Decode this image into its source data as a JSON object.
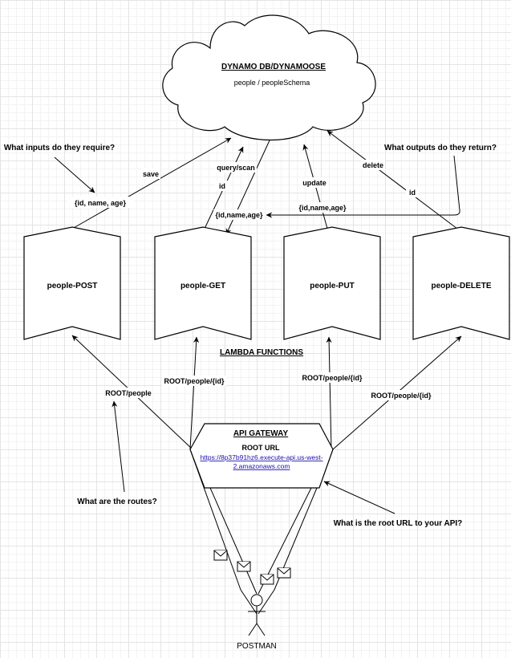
{
  "database": {
    "title": "DYNAMO DB/DYNAMOOSE",
    "subtitle": "people / peopleSchema"
  },
  "lambdas": {
    "section_label": "LAMBDA FUNCTIONS",
    "post": "people-POST",
    "get": "people-GET",
    "put": "people-PUT",
    "delete": "people-DELETE"
  },
  "db_edges": {
    "save": "save",
    "query_scan": "query/scan",
    "id_get": "id",
    "update": "update",
    "delete": "delete",
    "id_delete": "id"
  },
  "payloads": {
    "post": "{id, name, age}",
    "get": "{id,name,age}",
    "put": "{id,name,age}"
  },
  "routes": {
    "post": "ROOT/people",
    "get": "ROOT/people/{id}",
    "put": "ROOT/people/{id}",
    "delete": "ROOT/people/{id}"
  },
  "api_gateway": {
    "title": "API GATEWAY",
    "root_label": "ROOT URL",
    "url_line1": "https://8p37b91hz6.execute-api.us-west-",
    "url_line2": "2.amazonaws.com"
  },
  "questions": {
    "inputs": "What inputs do they require?",
    "outputs": "What outputs do they return?",
    "routes": "What are the routes?",
    "root_url": "What is the root URL to your API?"
  },
  "client": {
    "label": "POSTMAN"
  }
}
